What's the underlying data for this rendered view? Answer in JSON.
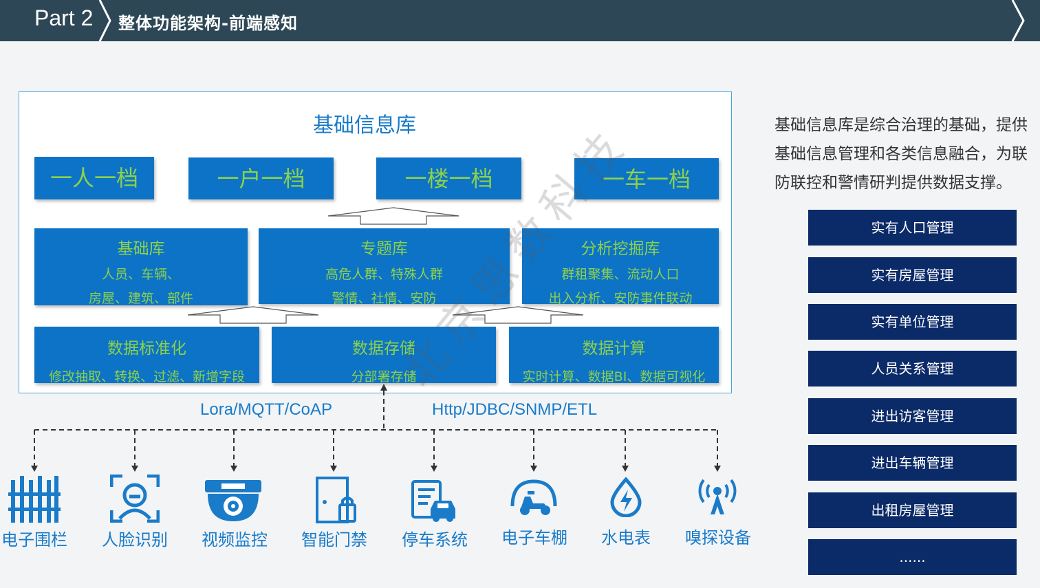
{
  "header": {
    "part_label": "Part 2",
    "title": "整体功能架构-前端感知"
  },
  "diagram": {
    "title": "基础信息库",
    "archives": [
      "一人一档",
      "一户一档",
      "一楼一档",
      "一车一档"
    ],
    "libraries": [
      {
        "title": "基础库",
        "line1": "人员、车辆、",
        "line2": "房屋、建筑、部件"
      },
      {
        "title": "专题库",
        "line1": "高危人群、特殊人群",
        "line2": "警情、社情、安防"
      },
      {
        "title": "分析挖掘库",
        "line1": "群租聚集、流动人口",
        "line2": "出入分析、安防事件联动"
      }
    ],
    "processing": [
      {
        "title": "数据标准化",
        "sub": "修改抽取、转换、过滤、新增字段"
      },
      {
        "title": "数据存储",
        "sub": "分部署存储"
      },
      {
        "title": "数据计算",
        "sub": "实时计算、数据BI、数据可视化"
      }
    ],
    "protocols": {
      "left": "Lora/MQTT/CoAP",
      "right": "Http/JDBC/SNMP/ETL"
    },
    "devices": [
      {
        "label": "电子围栏",
        "icon": "fence-icon"
      },
      {
        "label": "人脸识别",
        "icon": "face-recognition-icon"
      },
      {
        "label": "视频监控",
        "icon": "camera-icon"
      },
      {
        "label": "智能门禁",
        "icon": "door-lock-icon"
      },
      {
        "label": "停车系统",
        "icon": "parking-icon"
      },
      {
        "label": "电子车棚",
        "icon": "scooter-icon"
      },
      {
        "label": "水电表",
        "icon": "meter-icon"
      },
      {
        "label": "嗅探设备",
        "icon": "sniffer-icon"
      }
    ],
    "watermark": "北京思数科技"
  },
  "side": {
    "description": "基础信息库是综合治理的基础，提供基础信息管理和各类信息融合，为联防联控和警情研判提供数据支撑。",
    "management": [
      "实有人口管理",
      "实有房屋管理",
      "实有单位管理",
      "人员关系管理",
      "进出访客管理",
      "进出车辆管理",
      "出租房屋管理",
      "......"
    ]
  },
  "colors": {
    "header_bg": "#2d4756",
    "box_blue": "#0c73c7",
    "box_text_green": "#8dd14a",
    "accent_blue": "#1a7bc9",
    "mgmt_navy": "#0b2a68"
  }
}
